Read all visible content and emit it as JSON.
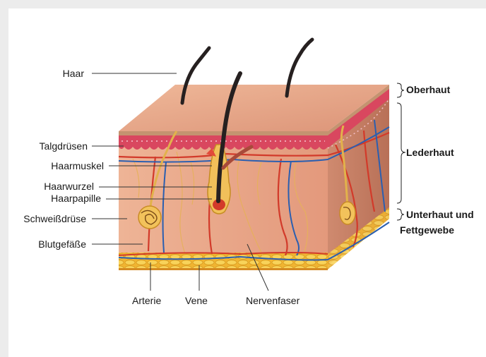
{
  "labels": {
    "left": {
      "hair": "Haar",
      "sebaceous": "Talgdrüsen",
      "hair_muscle": "Haarmuskel",
      "hair_root": "Haarwurzel",
      "hair_papilla": "Haarpapille",
      "sweat_gland": "Schweißdrüse",
      "blood_vessels": "Blutgefäße"
    },
    "bottom": {
      "artery": "Arterie",
      "vein": "Vene",
      "nerve": "Nervenfaser"
    },
    "right": {
      "epidermis": "Oberhaut",
      "dermis": "Lederhaut",
      "subcutis_line1": "Unterhaut und",
      "subcutis_line2": "Fettgewebe"
    }
  },
  "colors": {
    "skin_front": "#e9a88a",
    "skin_top": "#e7a183",
    "skin_side": "#c97f66",
    "epidermis_band": "#d9475f",
    "fat": "#f3c23a",
    "hair": "#2a2422",
    "artery": "#d23a2a",
    "vein": "#2b5fb0",
    "nerve": "#e0b040"
  }
}
